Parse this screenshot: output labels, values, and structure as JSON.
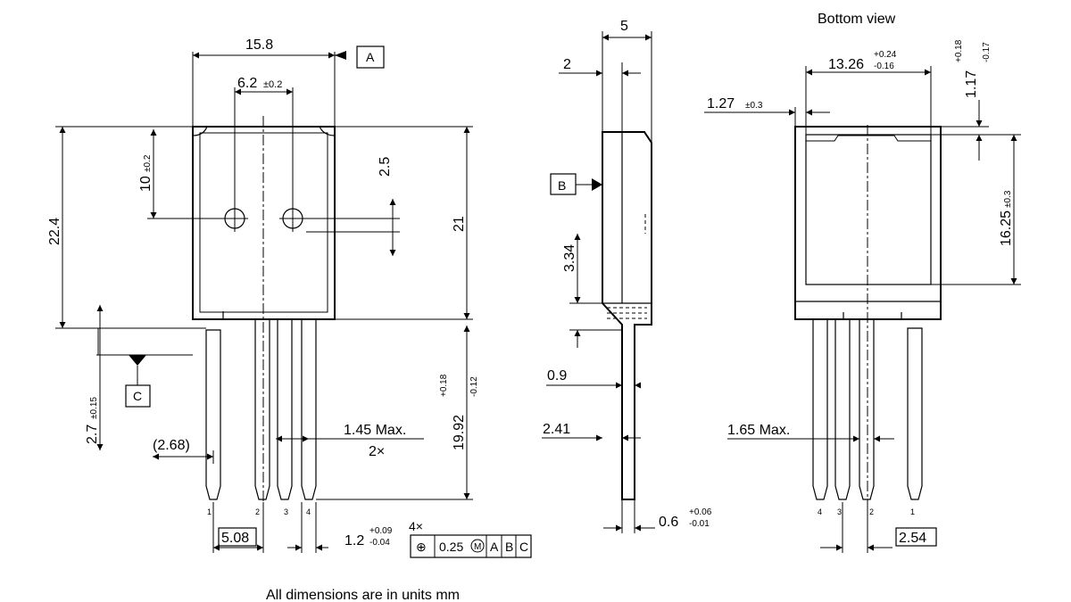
{
  "title": "Bottom view",
  "footer": "All dimensions are in units mm",
  "front_view": {
    "width": "15.8",
    "hole_spacing": "6.2",
    "hole_spacing_tol": "±0.2",
    "datum_a": "A",
    "hole_height": "10",
    "hole_height_tol": "±0.2",
    "hole_diameter_offset": "2.5",
    "height_total": "22.4",
    "height_body": "21",
    "datum_c": "C",
    "seating_height": "2.7",
    "seating_height_tol": "±0.15",
    "lead_length": "19.92",
    "lead_length_tol_plus": "+0.18",
    "lead_length_tol_minus": "-0.12",
    "lead_offset": "(2.68)",
    "lead_width_max": "1.45 Max.",
    "lead_width_count": "2×",
    "pin_pitch": "5.08",
    "lead_width": "1.2",
    "lead_width_tol_plus": "+0.09",
    "lead_width_tol_minus": "-0.04",
    "tolerance_count": "4×",
    "tolerance_symbol": "⊕",
    "tolerance_value": "0.25",
    "tolerance_modifier": "M",
    "tolerance_datum_a": "A",
    "tolerance_datum_b": "B",
    "tolerance_datum_c": "C",
    "pin_labels": [
      "1",
      "2",
      "3",
      "4"
    ]
  },
  "side_view": {
    "total_thickness": "5",
    "tab_thickness": "2",
    "datum_b": "B",
    "body_offset": "3.34",
    "lead_offset_small": "0.9",
    "lead_offset_large": "2.41",
    "lead_thickness": "0.6",
    "lead_thickness_tol_plus": "+0.06",
    "lead_thickness_tol_minus": "-0.01"
  },
  "bottom_view": {
    "pad_width": "13.26",
    "pad_width_tol_plus": "+0.24",
    "pad_width_tol_minus": "-0.16",
    "pad_edge": "1.17",
    "pad_edge_tol_plus": "+0.18",
    "pad_edge_tol_minus": "-0.17",
    "side_offset": "1.27",
    "side_offset_tol": "±0.3",
    "pad_height": "16.25",
    "pad_height_tol": "±0.3",
    "lead_width_max": "1.65 Max.",
    "pin_pitch": "2.54",
    "pin_labels": [
      "4",
      "3",
      "2",
      "1"
    ]
  }
}
